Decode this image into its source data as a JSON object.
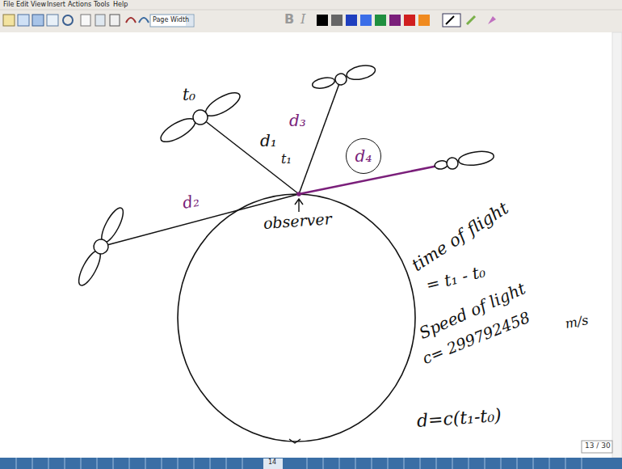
{
  "diagram": {
    "nodes": [
      {
        "text": [
          "d₄"
        ]
      }
    ],
    "labels": [
      "File",
      "Edit",
      "View",
      "Insert",
      "Actions",
      "Tools",
      "Help",
      "Page Width",
      "B",
      "I",
      "t₀",
      "d₁",
      "d₃",
      "t₁",
      "d₂",
      "observer",
      "time of flight",
      "= t₁ - t₀",
      "Speed of light",
      "c= 299792458",
      "m/s",
      "d=c(t₁-t₀)",
      "13 / 30",
      "14"
    ]
  }
}
